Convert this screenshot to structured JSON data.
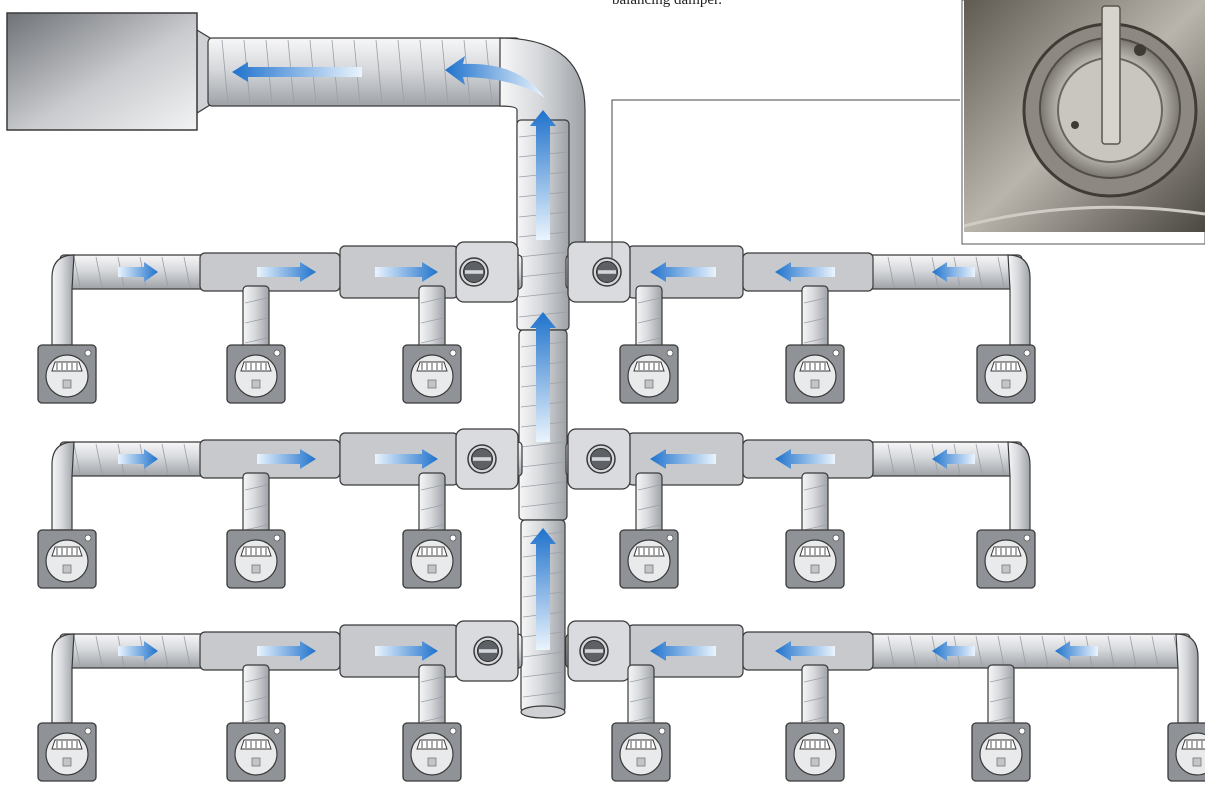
{
  "caption": "balancing damper.",
  "colors": {
    "duct_light": "#e6e7e9",
    "duct_mid": "#b9bcc1",
    "duct_dark": "#8a8e94",
    "airflow_blue": "#2f7fd6",
    "airflow_light": "#d9ebfb",
    "outline": "#3a3a3a",
    "fan_unit": "#9a9da2",
    "grille_panel": "#8f9296",
    "callout_line": "#444444"
  },
  "icons": {
    "fan_unit": "exhaust-fan-unit-icon",
    "grille": "exhaust-grille-icon",
    "damper": "balancing-damper-icon",
    "airflow": "airflow-arrow-icon",
    "photo": "damper-photo-icon"
  },
  "layout_counts": {
    "rows": 3,
    "grilles_row_1": 6,
    "grilles_row_2": 6,
    "grilles_row_3": 7
  }
}
